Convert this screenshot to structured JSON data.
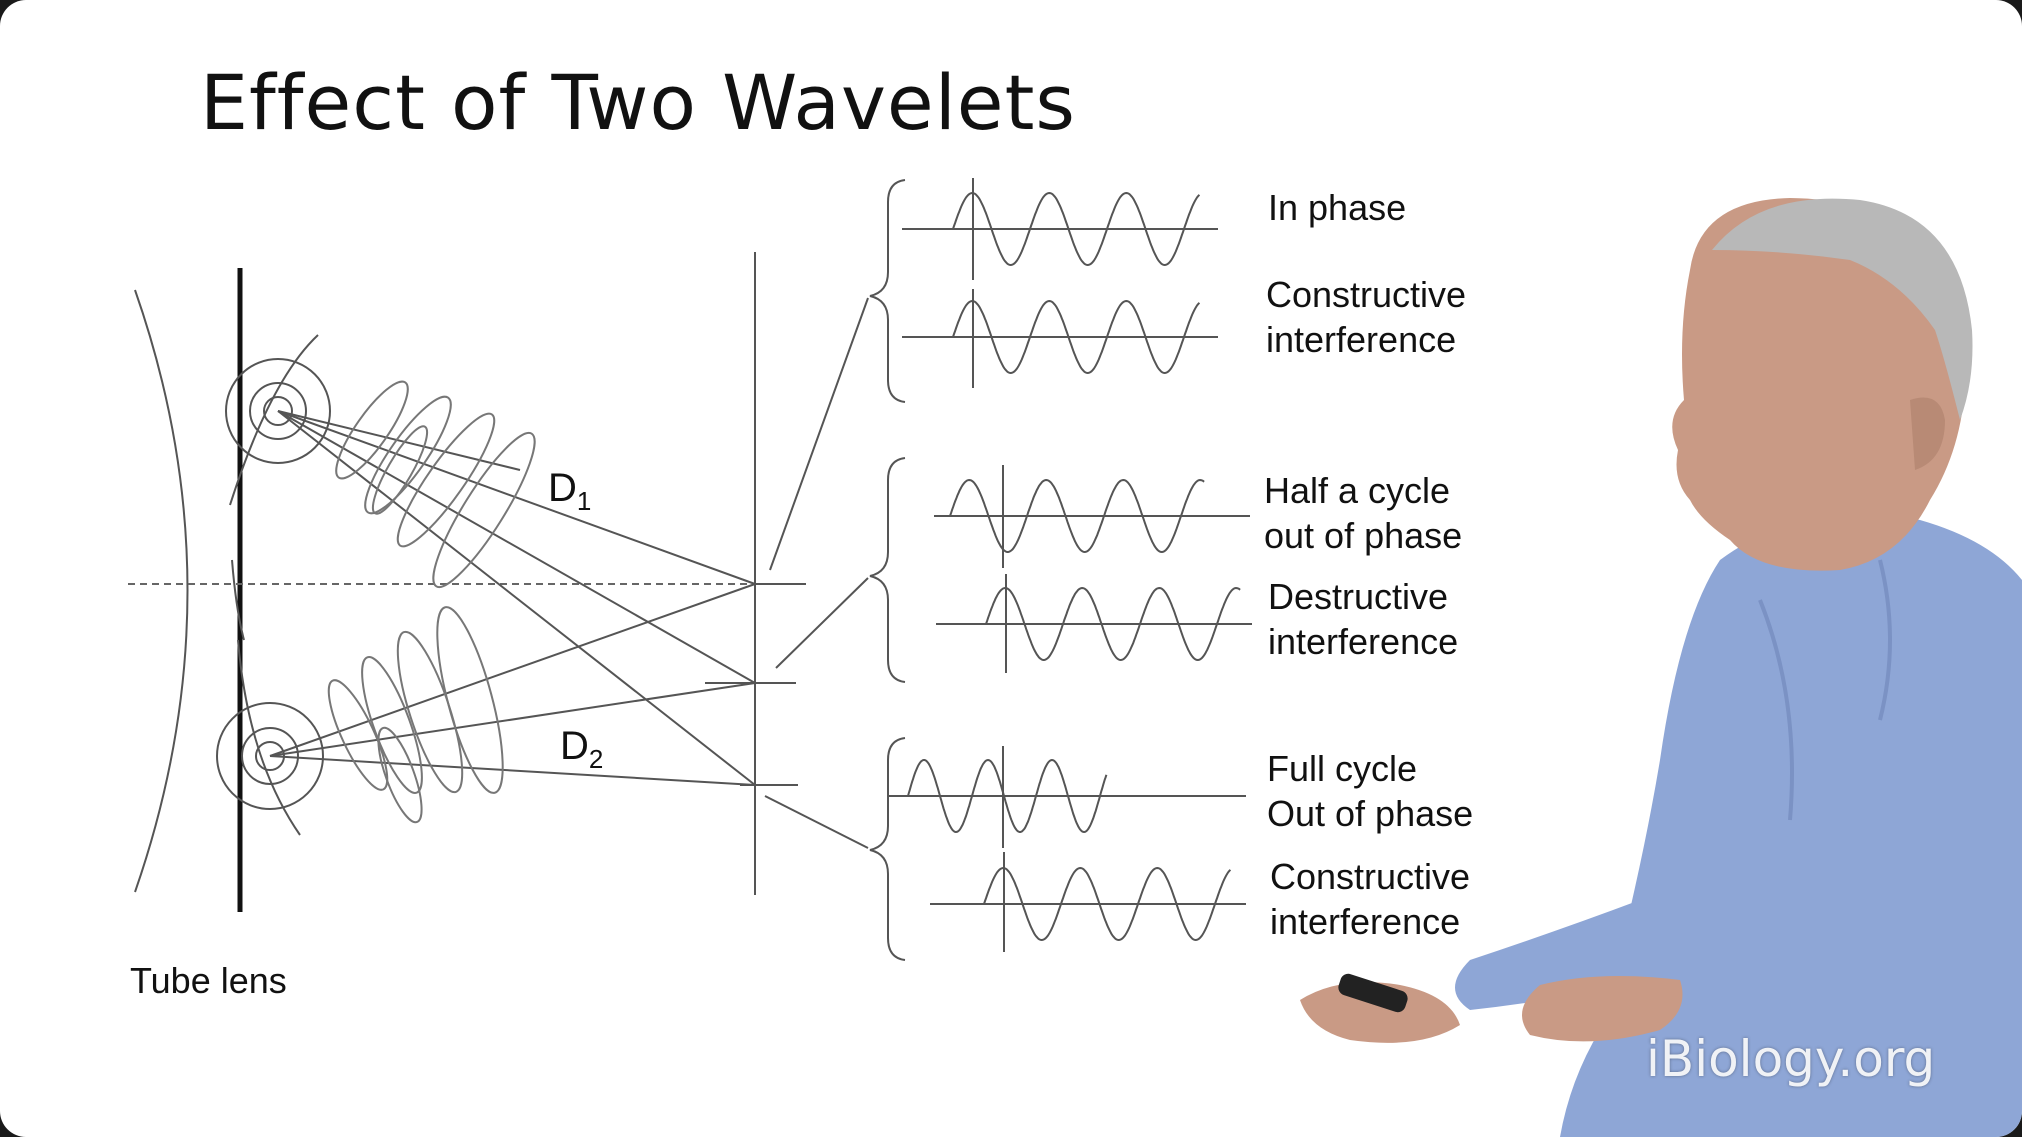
{
  "slide": {
    "title": "Effect of Two Wavelets",
    "lens_label": "Tube lens",
    "distance_labels": {
      "d1_main": "D",
      "d1_sub": "1",
      "d2_main": "D",
      "d2_sub": "2"
    },
    "interference_cases": [
      {
        "line1": "In phase",
        "line2": "",
        "line3": "Constructive",
        "line4": "interference"
      },
      {
        "line1": "Half a cycle",
        "line2": "out of phase",
        "line3": "Destructive",
        "line4": "interference"
      },
      {
        "line1": "Full cycle",
        "line2": "Out of phase",
        "line3": "Constructive",
        "line4": "interference"
      }
    ]
  },
  "watermark": "iBiology.org",
  "colors": {
    "line": "#555555",
    "text": "#111111",
    "shirt": "#8ea6d6",
    "skin": "#c99a85",
    "hair": "#b8b8b8"
  }
}
